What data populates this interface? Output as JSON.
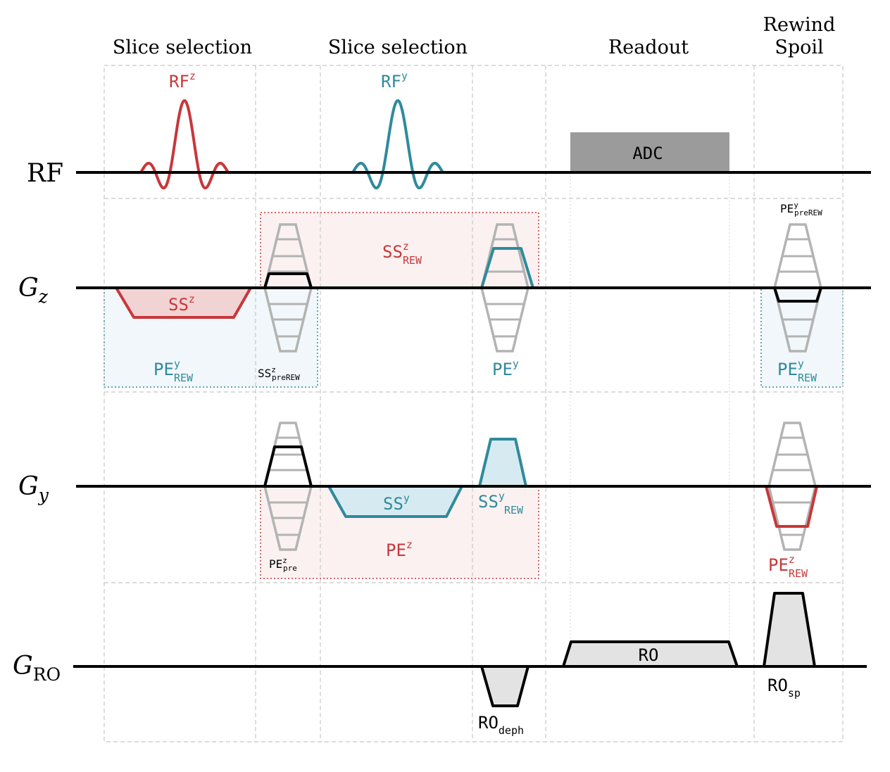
{
  "column_headers": {
    "col1": "Slice selection",
    "col3": "Slice selection",
    "col5": "Readout",
    "col6_line1": "Rewind",
    "col6_line2": "Spoil"
  },
  "row_labels": {
    "rf": "RF",
    "gz_main": "G",
    "gz_sub": "z",
    "gy_main": "G",
    "gy_sub": "y",
    "gro_main": "G",
    "gro_sub": "RO"
  },
  "labels": {
    "rf_z": {
      "main": "RF",
      "sup": "z"
    },
    "rf_y": {
      "main": "RF",
      "sup": "y"
    },
    "adc": "ADC",
    "ss_z": {
      "main": "SS",
      "sup": "z"
    },
    "ss_z_rew": {
      "main": "SS",
      "sup": "z",
      "sub": "REW"
    },
    "pe_y_rew_left": {
      "main": "PE",
      "sup": "y",
      "sub": "REW"
    },
    "ss_z_prerew": {
      "main": "SS",
      "sup": "z",
      "sub": "preREW"
    },
    "pe_y": {
      "main": "PE",
      "sup": "y"
    },
    "pe_y_prerew": {
      "main": "PE",
      "sup": "y",
      "sub": "preREW"
    },
    "pe_y_rew_right": {
      "main": "PE",
      "sup": "y",
      "sub": "REW"
    },
    "ss_y": {
      "main": "SS",
      "sup": "y"
    },
    "ss_y_rew": {
      "main": "SS",
      "sup": "y",
      "sub": "REW"
    },
    "pe_z": {
      "main": "PE",
      "sup": "z"
    },
    "pe_z_pre": {
      "main": "PE",
      "sup": "z",
      "sub": "pre"
    },
    "pe_z_rew": {
      "main": "PE",
      "sup": "z",
      "sub": "REW"
    },
    "ro": "RO",
    "ro_deph": {
      "main": "RO",
      "sub": "deph"
    },
    "ro_sp": {
      "main": "RO",
      "sub": "sp"
    }
  },
  "colors": {
    "red": "#c8373a",
    "teal": "#2f8a9c",
    "gray": "#b3b3b3",
    "adc_fill": "#9b9b9b",
    "red_fill": "#f2d3d4",
    "teal_fill": "#d6ebf1",
    "gray_fill": "#e3e3e3",
    "pink_box": "#fbf1f1",
    "blue_box": "#f1f7fa"
  }
}
